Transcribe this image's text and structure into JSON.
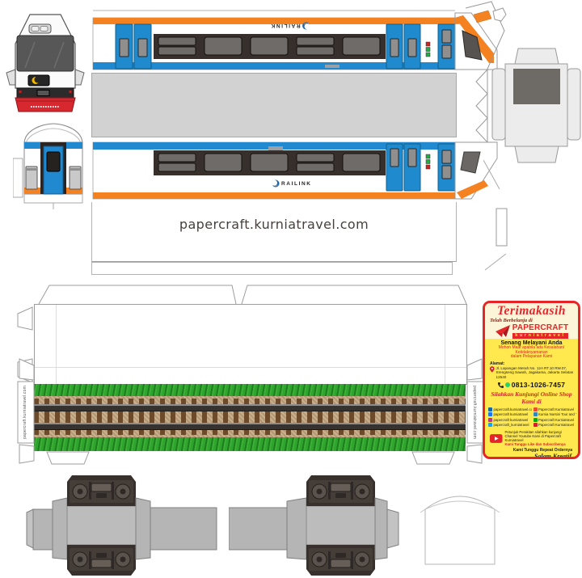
{
  "site": {
    "url": "papercraft.kurniatravel.com"
  },
  "train": {
    "brand": "RAILINK",
    "colors": {
      "stripe_orange": "#f58220",
      "door_blue": "#1f8ace",
      "window_band": "#362f2b",
      "window_gray": "#6f6b69",
      "roof_gray": "#d2d2d2",
      "front_skirt_red": "#d7282f",
      "grass_green": "#2ea32e",
      "ballast_tan": "#c9af8b",
      "bogie_dark": "#38302c"
    }
  },
  "card": {
    "title": "Terimakasih",
    "subtitle": "Telah Berbelanja di",
    "brand_top": "PAPERCRAFT",
    "brand_bottom": "kurniatravel",
    "tagline": "Senang Melayani Anda",
    "apology_line1": "Mohon Maaf apabila ada Kesalahan/ Ketidaknyamanan",
    "apology_line2": "dalam Pelayanan Kami",
    "address_label": "Alamat:",
    "address_line1": "Jl. Lapangan Merah No. 12A RT.10 RW.07,",
    "address_line2": "Srengseng Sawah, Jagakarsa, Jakarta Selatan 12640",
    "phone": "0813-1026-7457",
    "visit_line": "Silahkan Kunjungi Online Shop Kami di",
    "social_left": [
      {
        "icon": "globe-icon",
        "label": "papercraft.kurniatravel.com",
        "color": "#1467a8"
      },
      {
        "icon": "facebook-icon",
        "label": "papercraft kurniatravel",
        "color": "#1877f2"
      },
      {
        "icon": "instagram-icon",
        "label": "papercraft kurniatravel",
        "color": "#c13584"
      },
      {
        "icon": "twitter-icon",
        "label": "papercraft_kurniatravel",
        "color": "#1da1f2"
      }
    ],
    "social_right": [
      {
        "icon": "shopee-icon",
        "label": "Papercraft Kurniatravel",
        "color": "#ee4d2d"
      },
      {
        "icon": "travel-icon",
        "label": "Kurnia Nursini Tour and Travel",
        "color": "#2e86c1"
      },
      {
        "icon": "tokopedia-icon",
        "label": "Papercraft Kurniatravel",
        "color": "#03ac0e"
      },
      {
        "icon": "bukalapak-icon",
        "label": "Papercraft Kurniatravel",
        "color": "#d81e2c"
      }
    ],
    "youtube_line1": "Petunjuk Perakitan silahkan kunjungi",
    "youtube_line2": "Channel Youtube Kami di Papercraft Kurniatravel",
    "youtube_line3": "Kami Tunggu Like dan Subscribenya",
    "closing1": "Kami Tunggu Repeat Ordernya",
    "closing2": "Salam Kreatif"
  }
}
